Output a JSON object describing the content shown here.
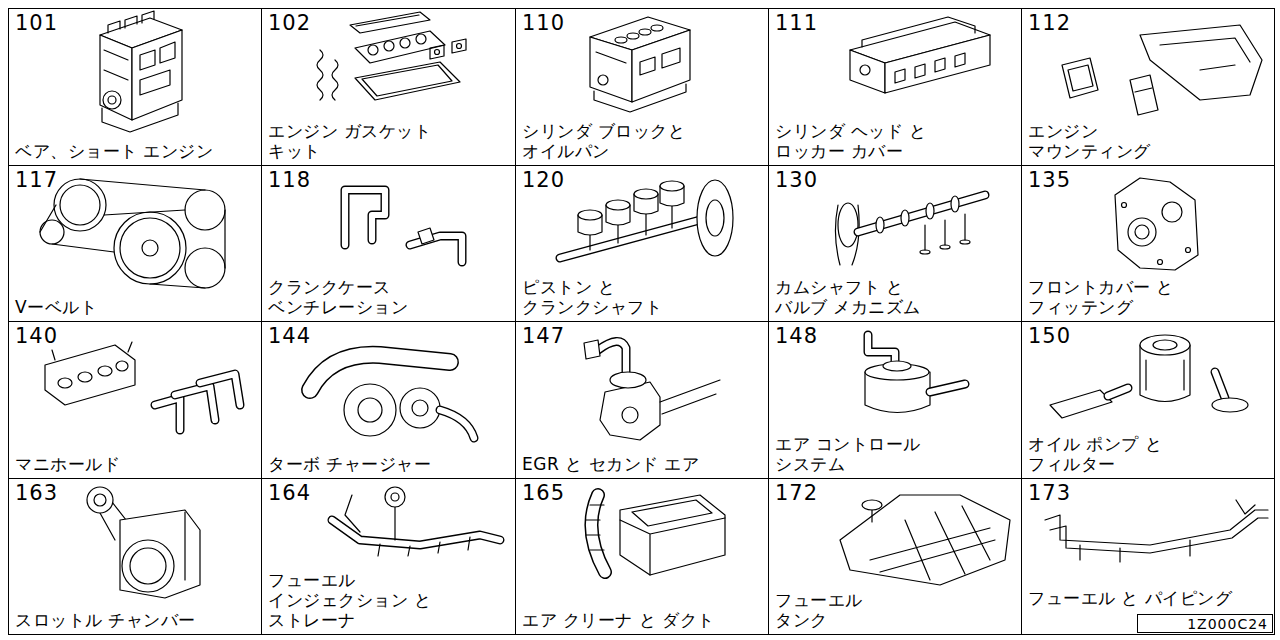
{
  "diagram": {
    "nodes": [
      {
        "text": [
          "101",
          "ベア、ショート エンジン"
        ]
      },
      {
        "text": [
          "102",
          "エンジン ガスケット キット"
        ]
      },
      {
        "text": [
          "110",
          "シリンダ ブロックと オイルパン"
        ]
      },
      {
        "text": [
          "111",
          "シリンダ ヘッド と ロッカー カバー"
        ]
      },
      {
        "text": [
          "112",
          "エンジン マウンティング"
        ]
      },
      {
        "text": [
          "117",
          "Vーベルト"
        ]
      },
      {
        "text": [
          "118",
          "クランクケース ベンチレーション"
        ]
      },
      {
        "text": [
          "120",
          "ピストン と クランクシャフト"
        ]
      },
      {
        "text": [
          "130",
          "カムシャフト と バルブ メカニズム"
        ]
      },
      {
        "text": [
          "135",
          "フロントカバー と フィッテング"
        ]
      },
      {
        "text": [
          "140",
          "マニホールド"
        ]
      },
      {
        "text": [
          "144",
          "ターボ チャージャー"
        ]
      },
      {
        "text": [
          "147",
          "EGR と セカンド エア"
        ]
      },
      {
        "text": [
          "148",
          "エア コントロール システム"
        ]
      },
      {
        "text": [
          "150",
          "オイル ポンプ と フィルター"
        ]
      },
      {
        "text": [
          "163",
          "スロットル チャンバー"
        ]
      },
      {
        "text": [
          "164",
          "フューエル インジェクション と ストレーナ"
        ]
      },
      {
        "text": [
          "165",
          "エア クリーナ と ダクト"
        ]
      },
      {
        "text": [
          "172",
          "フューエル タンク"
        ]
      },
      {
        "text": [
          "173",
          "フューエル と パイピング"
        ]
      },
      {
        "text": [
          "1Z000C24"
        ],
        "in": 19
      }
    ]
  }
}
